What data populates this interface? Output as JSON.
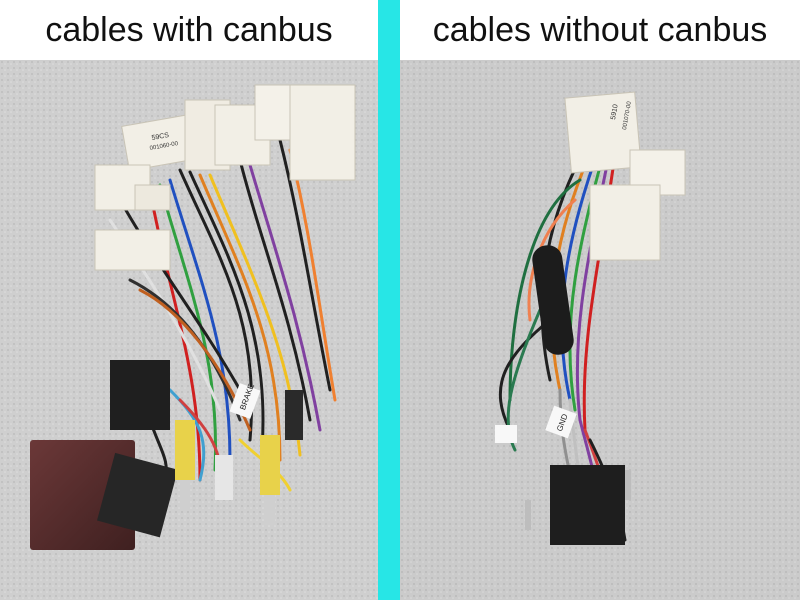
{
  "captions": {
    "left": "cables with canbus",
    "right": "cables without canbus"
  },
  "labels": {
    "left_connector": "59CS",
    "left_part_no": "001060-00",
    "left_brake_tag": "BRAKE",
    "right_connector": "5910",
    "right_part_no": "001070-00",
    "right_gnd_tag": "GND"
  },
  "colors": {
    "background": "#ffffff",
    "divider": "#27e6e6",
    "foam": "#cfcfcf",
    "connector_white": "#f2efe6",
    "canbus_box": "#5a2e2e"
  }
}
